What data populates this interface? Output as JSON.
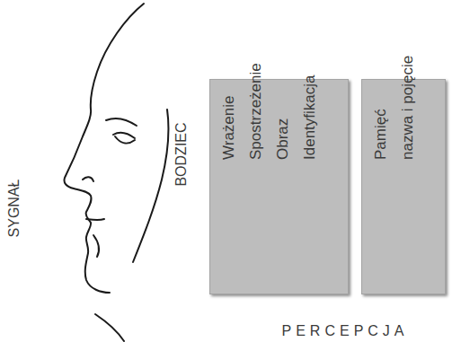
{
  "diagram": {
    "nodes": [
      {
        "text": [
          "Wrażenie",
          "Spostrzeżenie",
          "Obraz",
          "Identyfikacja"
        ]
      },
      {
        "text": [
          "Pamięć",
          "nazwa i pojęcie"
        ]
      }
    ],
    "labels": [
      "SYGNAŁ",
      "BODZIEC",
      "PERCEPCJA"
    ]
  }
}
